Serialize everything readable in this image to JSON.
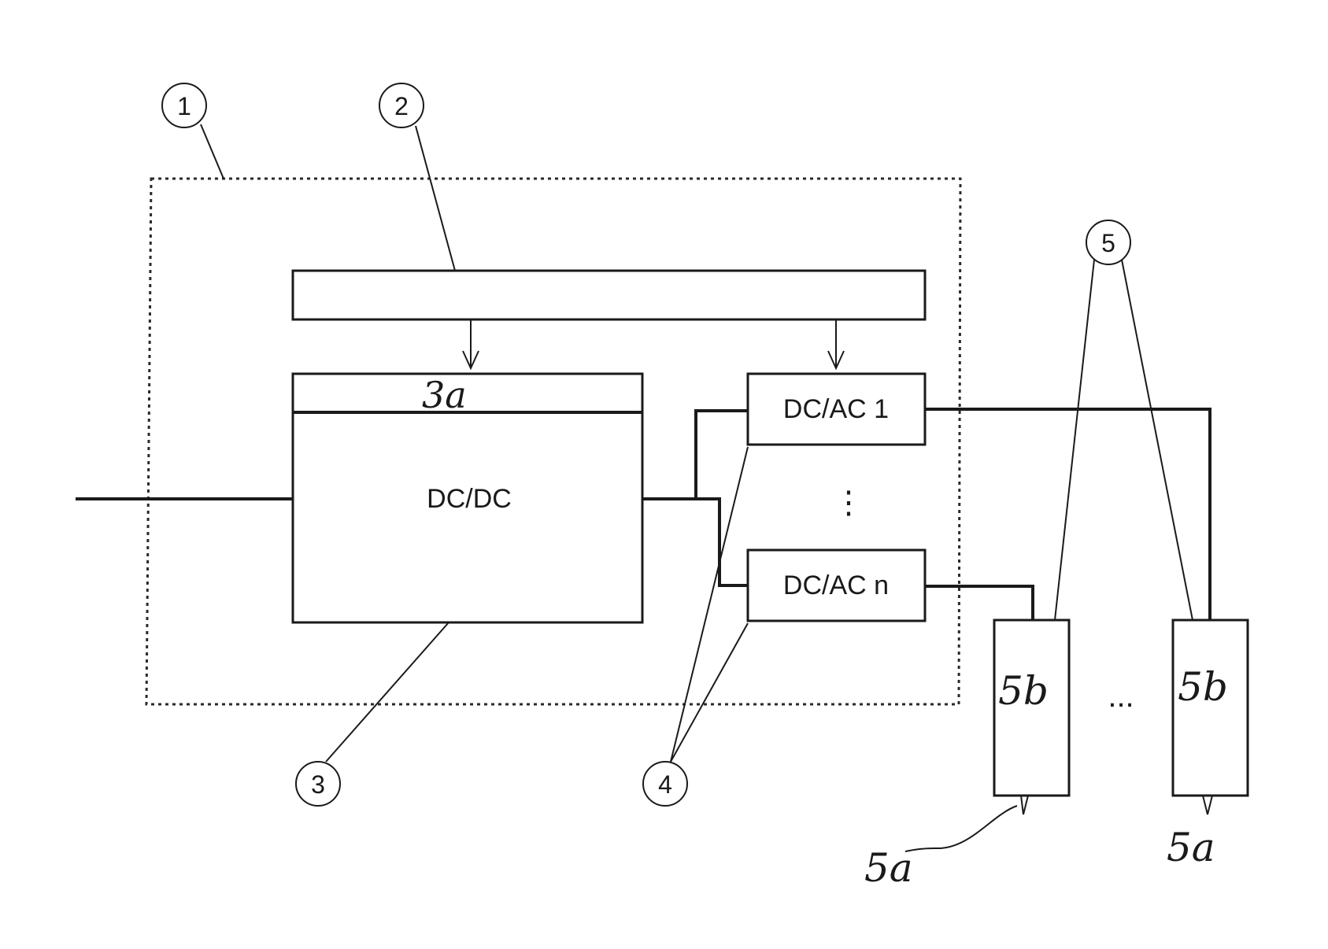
{
  "reference_numerals": {
    "ref_1": "1",
    "ref_2": "2",
    "ref_3": "3",
    "ref_4": "4",
    "ref_5": "5"
  },
  "blocks": {
    "dcdc_label": "DC/DC",
    "dcdc_section_label": "3a",
    "inverter_first_label": "DC/AC 1",
    "inverter_last_label": "DC/AC n"
  },
  "ellipsis": {
    "vertical": "⋮",
    "horizontal": "..."
  },
  "consumers": {
    "left_unit_label": "5b",
    "right_unit_label": "5b",
    "left_output_label": "5a",
    "right_output_label": "5a"
  }
}
